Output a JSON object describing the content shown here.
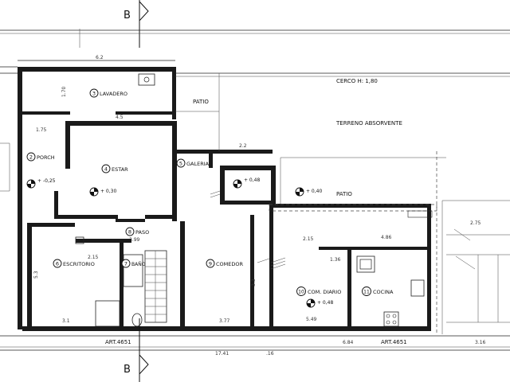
{
  "section_marks": {
    "top": "B",
    "bottom": "B"
  },
  "rooms": {
    "lavadero": {
      "number": "3",
      "name": "LAVADERO"
    },
    "porch": {
      "number": "2",
      "name": "PORCH",
      "level": "+ -0,25"
    },
    "estar": {
      "number": "4",
      "name": "ESTAR",
      "level": "+ 0,30"
    },
    "galeria": {
      "number": "5",
      "name": "GALERIA",
      "level": "+ 0,48"
    },
    "paso": {
      "number": "8",
      "name": "PASO"
    },
    "escritorio": {
      "number": "6",
      "name": "ESCRITORIO"
    },
    "bano": {
      "number": "7",
      "name": "BAÑO"
    },
    "comedor": {
      "number": "9",
      "name": "COMEDOR"
    },
    "com_diario": {
      "number": "10",
      "name": "COM. DIARIO",
      "level": "+ 0,48"
    },
    "cocina": {
      "number": "11",
      "name": "COCINA"
    }
  },
  "labels": {
    "patio_top": "PATIO",
    "cerco": "CERCO H: 1,80",
    "terreno": "TERRENO ABSORVENTE",
    "patio_mid": "PATIO",
    "patio_level": "+ 0,40",
    "art_left": "ART.4651",
    "art_right": "ART.4651"
  },
  "dimensions": {
    "top_width": "6.2",
    "lav_height": "1.70",
    "porch_w": "1.75",
    "estar_w": "4.5",
    "galeria_w": "2.2",
    "paso_w": "3.99",
    "escr_w": "2.15",
    "com_w": "4.86",
    "bottom_left": "3.1",
    "bottom_mid": "3.77",
    "bottom_cd": "5.49",
    "bottom_total": "17.41",
    "bottom_right": "6.84",
    "bottom_far": "3.16",
    "bottom_16": ".16",
    "right_275": "2.75",
    "patio_215": "2.15",
    "side_136": "1.36",
    "escr_h": "5.3",
    "com_h": "3.3"
  }
}
